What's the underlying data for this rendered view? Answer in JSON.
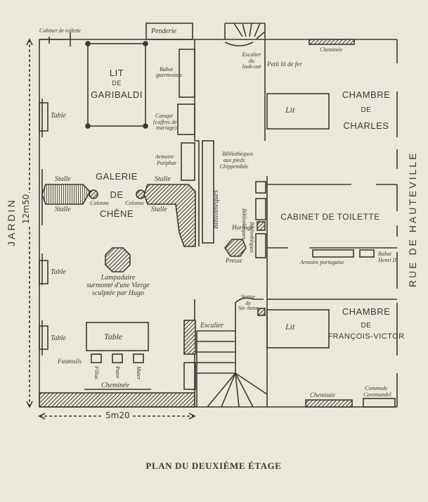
{
  "plan_title": "PLAN DU DEUXIÈME ÉTAGE",
  "sides": {
    "left": "JARDIN",
    "right": "RUE DE HAUTEVILLE"
  },
  "dimensions": {
    "height": "12m50",
    "width": "5m20"
  },
  "rooms": {
    "galerie": {
      "line1": "GALERIE",
      "line2": "DE",
      "line3": "CHÊNE"
    },
    "chambre_charles": {
      "line1": "CHAMBRE",
      "line2": "DE",
      "line3": "CHARLES"
    },
    "cabinet": "CABINET DE TOILETTE",
    "chambre_fv": {
      "line1": "CHAMBRE",
      "line2": "DE",
      "line3": "FRANÇOIS-VICTOR"
    }
  },
  "furniture": {
    "cabinet_de_toilette": "Cabinet de toilette",
    "penderie": "Penderie",
    "lit_garibaldi": {
      "line1": "LIT",
      "line2": "DE",
      "line3": "GARIBALDI"
    },
    "escalier_lookout": {
      "line1": "Escalier",
      "line2": "du",
      "line3": "look-out"
    },
    "petit_lit": "Petit lit de fer",
    "cheminee_charles": "Cheminée",
    "bahut_guernesiais": {
      "line1": "Bahut",
      "line2": "guernesiais"
    },
    "canape": {
      "line1": "Canapé",
      "line2": "(coffres de",
      "line3": "mariage)"
    },
    "armoire_putiphar": {
      "line1": "Armoire",
      "line2": "Putiphar"
    },
    "bibliotheques_pieds": {
      "line1": "Bibliothèques",
      "line2": "aux pieds",
      "line3": "Chippendale"
    },
    "lit": "Lit",
    "table": "Table",
    "stalle": "Stalle",
    "colonne": "Colonne",
    "bibliotheques": "Bibliothèques",
    "horloge": "Horloge",
    "presse": "Presse",
    "lampadaire": {
      "line1": "Lampadaire",
      "line2": "surmonté d'une Vierge",
      "line3": "sculptée par Hugo"
    },
    "armoire_portugaise": "Armoire portugaise",
    "bahut_henri": {
      "line1": "Bahut",
      "line2": "Henri II"
    },
    "statue": {
      "line1": "Statue",
      "line2": "de",
      "line3": "Ste Anne"
    },
    "escalier": "Escalier",
    "fauteuils": "Fauteuils",
    "fauteuil_names": [
      "Filius",
      "Pater",
      "Mater"
    ],
    "cheminee_galerie": "Cheminée",
    "cheminee_fv": "Cheminée",
    "commode": {
      "line1": "Commode",
      "line2": "Coromandel"
    }
  },
  "colors": {
    "paper": "#ece7dc",
    "ink": "#3a3833"
  }
}
